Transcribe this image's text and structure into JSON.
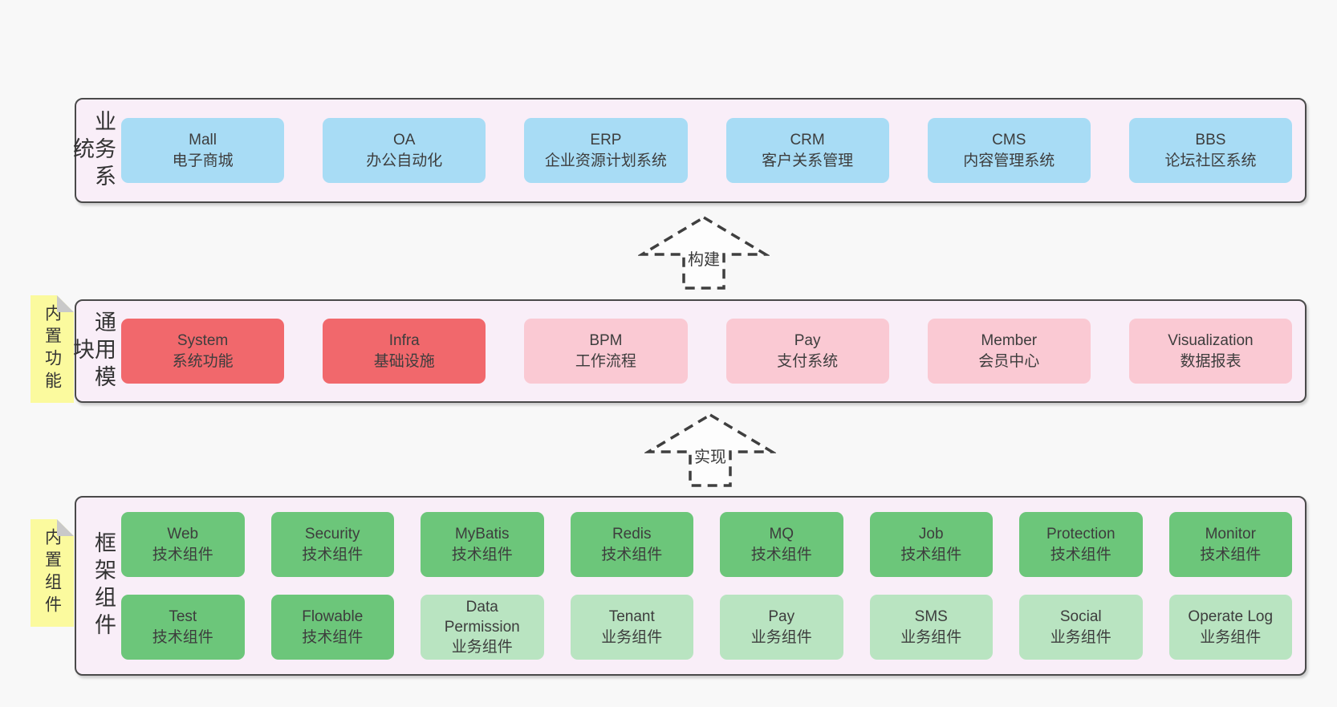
{
  "diagram": {
    "colors": {
      "page_bg": "#f8f8f8",
      "band_bg": "#f9eef8",
      "border": "#4a4a4a",
      "blue": "#a8dcf5",
      "red": "#f1686c",
      "pink": "#fac9d3",
      "green_dark": "#6cc67a",
      "green_light": "#b9e4c1",
      "note_yellow": "#fbfa9e",
      "note_fold": "#c9c9c9",
      "arrow_stroke": "#3f3f3f"
    },
    "bands": [
      {
        "name": "business-systems",
        "side_label": "业务系统",
        "sticky_note": null,
        "rows": [
          [
            {
              "title": "Mall",
              "subtitle": "电子商城",
              "variant": "blue"
            },
            {
              "title": "OA",
              "subtitle": "办公自动化",
              "variant": "blue"
            },
            {
              "title": "ERP",
              "subtitle": "企业资源计划系统",
              "variant": "blue"
            },
            {
              "title": "CRM",
              "subtitle": "客户关系管理",
              "variant": "blue"
            },
            {
              "title": "CMS",
              "subtitle": "内容管理系统",
              "variant": "blue"
            },
            {
              "title": "BBS",
              "subtitle": "论坛社区系统",
              "variant": "blue"
            }
          ]
        ]
      },
      {
        "name": "common-modules",
        "side_label": "通用模块",
        "sticky_note": "内置功能",
        "rows": [
          [
            {
              "title": "System",
              "subtitle": "系统功能",
              "variant": "red"
            },
            {
              "title": "Infra",
              "subtitle": "基础设施",
              "variant": "red"
            },
            {
              "title": "BPM",
              "subtitle": "工作流程",
              "variant": "pink"
            },
            {
              "title": "Pay",
              "subtitle": "支付系统",
              "variant": "pink"
            },
            {
              "title": "Member",
              "subtitle": "会员中心",
              "variant": "pink"
            },
            {
              "title": "Visualization",
              "subtitle": "数据报表",
              "variant": "pink"
            }
          ]
        ]
      },
      {
        "name": "framework-components",
        "side_label": "框架组件",
        "sticky_note": "内置组件",
        "rows": [
          [
            {
              "title": "Web",
              "subtitle": "技术组件",
              "variant": "green_dark"
            },
            {
              "title": "Security",
              "subtitle": "技术组件",
              "variant": "green_dark"
            },
            {
              "title": "MyBatis",
              "subtitle": "技术组件",
              "variant": "green_dark"
            },
            {
              "title": "Redis",
              "subtitle": "技术组件",
              "variant": "green_dark"
            },
            {
              "title": "MQ",
              "subtitle": "技术组件",
              "variant": "green_dark"
            },
            {
              "title": "Job",
              "subtitle": "技术组件",
              "variant": "green_dark"
            },
            {
              "title": "Protection",
              "subtitle": "技术组件",
              "variant": "green_dark"
            },
            {
              "title": "Monitor",
              "subtitle": "技术组件",
              "variant": "green_dark"
            }
          ],
          [
            {
              "title": "Test",
              "subtitle": "技术组件",
              "variant": "green_dark"
            },
            {
              "title": "Flowable",
              "subtitle": "技术组件",
              "variant": "green_dark"
            },
            {
              "title": "Data\nPermission",
              "subtitle": "业务组件",
              "variant": "green_light"
            },
            {
              "title": "Tenant",
              "subtitle": "业务组件",
              "variant": "green_light"
            },
            {
              "title": "Pay",
              "subtitle": "业务组件",
              "variant": "green_light"
            },
            {
              "title": "SMS",
              "subtitle": "业务组件",
              "variant": "green_light"
            },
            {
              "title": "Social",
              "subtitle": "业务组件",
              "variant": "green_light"
            },
            {
              "title": "Operate Log",
              "subtitle": "业务组件",
              "variant": "green_light"
            }
          ]
        ]
      }
    ],
    "arrows": [
      {
        "label": "构建"
      },
      {
        "label": "实现"
      }
    ]
  }
}
